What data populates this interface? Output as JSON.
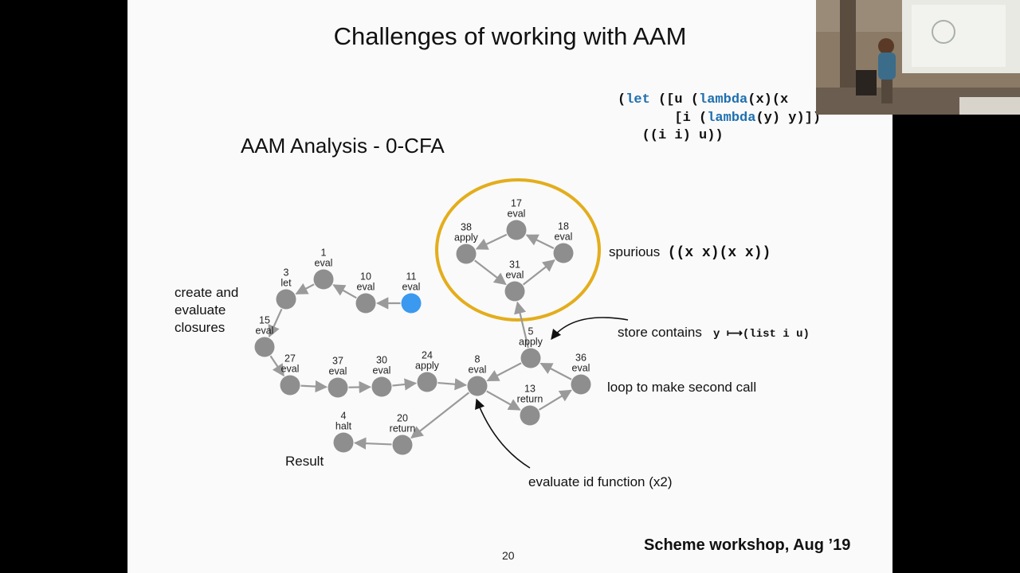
{
  "slide": {
    "title": "Challenges of working with AAM",
    "subtitle": "AAM Analysis - 0-CFA",
    "page_number": "20",
    "footer": "Scheme workshop, Aug ’19"
  },
  "code": {
    "l1_a": "(",
    "l1_kw1": "let",
    "l1_b": " ([u (",
    "l1_kw2": "lambda",
    "l1_c": "(x)(x",
    "l2_a": "       [i (",
    "l2_kw": "lambda",
    "l2_b": "(y) y)])",
    "l3": "   ((i i) u))"
  },
  "annotations": {
    "create": [
      "create and",
      "evaluate",
      "closures"
    ],
    "spurious_text": "spurious",
    "spurious_code": "((x x)(x x))",
    "store_text": "store contains",
    "store_code": "y ⟼(list i u)",
    "loop": "loop to make second call",
    "eval_id": "evaluate id function (x2)",
    "result": "Result"
  },
  "graph": {
    "nodes": [
      {
        "id": "1",
        "label": "eval"
      },
      {
        "id": "3",
        "label": "let"
      },
      {
        "id": "10",
        "label": "eval"
      },
      {
        "id": "11",
        "label": "eval",
        "highlight": true
      },
      {
        "id": "15",
        "label": "eval"
      },
      {
        "id": "27",
        "label": "eval"
      },
      {
        "id": "37",
        "label": "eval"
      },
      {
        "id": "30",
        "label": "eval"
      },
      {
        "id": "24",
        "label": "apply"
      },
      {
        "id": "8",
        "label": "eval"
      },
      {
        "id": "5",
        "label": "apply"
      },
      {
        "id": "36",
        "label": "eval"
      },
      {
        "id": "13",
        "label": "return"
      },
      {
        "id": "20",
        "label": "return"
      },
      {
        "id": "4",
        "label": "halt"
      },
      {
        "id": "31",
        "label": "eval"
      },
      {
        "id": "38",
        "label": "apply"
      },
      {
        "id": "17",
        "label": "eval"
      },
      {
        "id": "18",
        "label": "eval"
      }
    ],
    "edges": [
      [
        "11",
        "10"
      ],
      [
        "10",
        "1"
      ],
      [
        "1",
        "3"
      ],
      [
        "3",
        "15"
      ],
      [
        "15",
        "27"
      ],
      [
        "27",
        "37"
      ],
      [
        "37",
        "30"
      ],
      [
        "30",
        "24"
      ],
      [
        "24",
        "8"
      ],
      [
        "8",
        "13"
      ],
      [
        "13",
        "36"
      ],
      [
        "36",
        "5"
      ],
      [
        "5",
        "8"
      ],
      [
        "5",
        "31"
      ],
      [
        "31",
        "18"
      ],
      [
        "18",
        "17"
      ],
      [
        "17",
        "38"
      ],
      [
        "38",
        "31"
      ],
      [
        "8",
        "20"
      ],
      [
        "20",
        "4"
      ]
    ],
    "colors": {
      "node": "#8e8e8e",
      "highlight": "#3b99f0",
      "edge": "#9a9a9a",
      "ring": "#e3ad1c"
    }
  }
}
